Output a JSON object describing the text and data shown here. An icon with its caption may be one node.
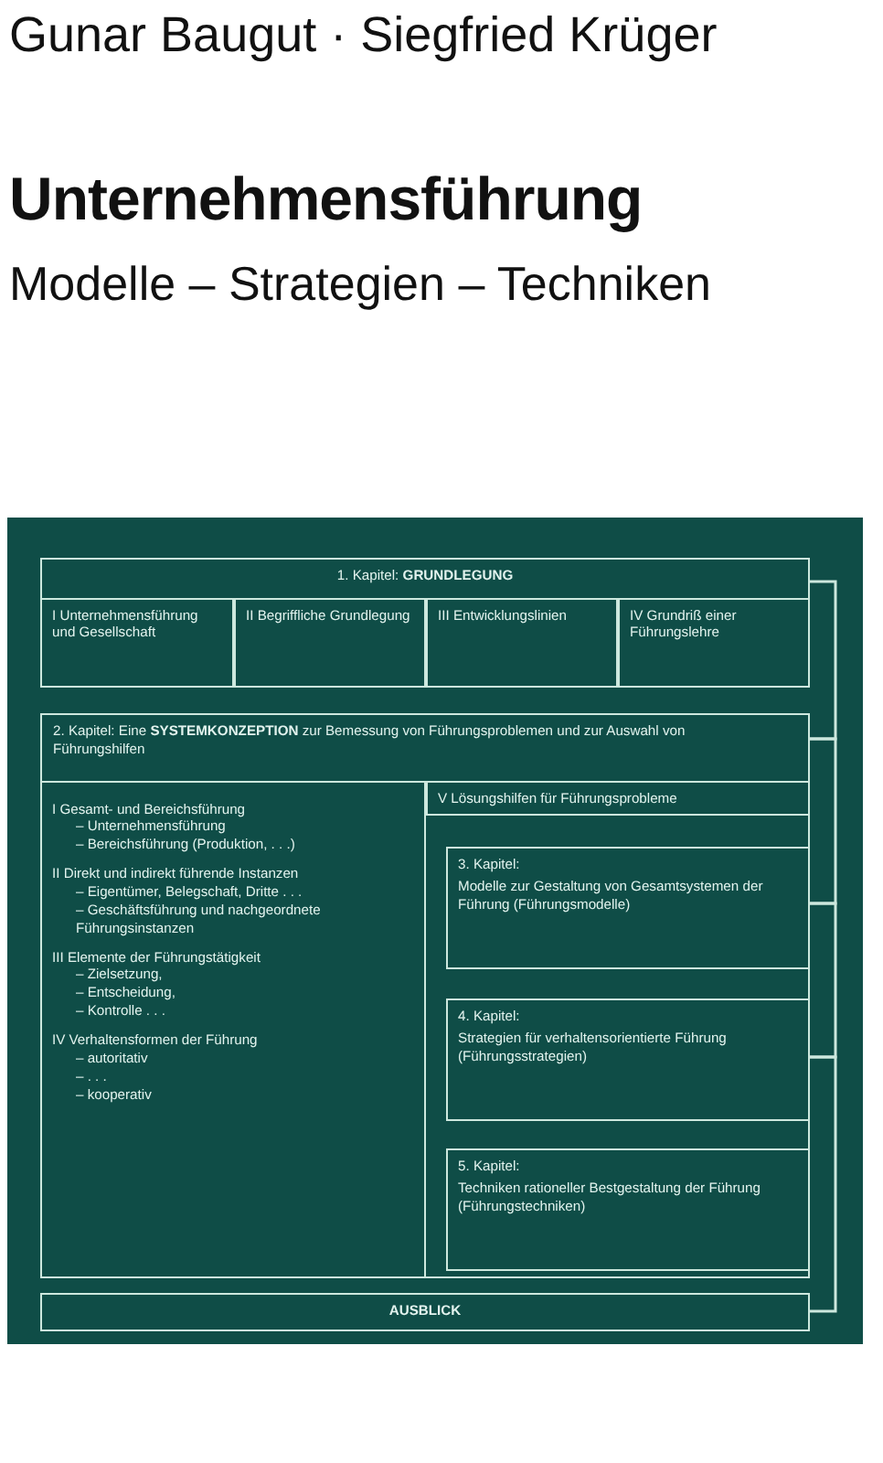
{
  "diagram": {
    "title": "Unternehmensführung",
    "nodes": [
      {
        "text": [
          "1. Kapitel: **GRUNDLEGUNG**"
        ]
      },
      {
        "text": [
          "I Unternehmensführung und Gesellschaft"
        ],
        "in": 0
      },
      {
        "text": [
          "II Begriffliche Grundlegung"
        ],
        "in": 0
      },
      {
        "text": [
          "III Entwicklungslinien"
        ],
        "in": 0
      },
      {
        "text": [
          "IV Grundriß einer Führungslehre"
        ],
        "in": 0
      },
      {
        "text": [
          "2. Kapitel: Eine **SYSTEMKONZEPTION** zur Bemessung von Führungsproblemen und zur Auswahl von Führungshilfen"
        ]
      },
      {
        "text": [
          "I Gesamt- und Bereichsführung",
          "– Unternehmensführung",
          "– Bereichsführung (Produktion, . . .)",
          "II Direkt und indirekt führende Instanzen",
          "– Eigentümer, Belegschaft, Dritte . . .",
          "– Geschäftsführung und nachgeordnete Führungsinstanzen",
          "III Elemente der Führungstätigkeit",
          "– Zielsetzung,",
          "– Entscheidung,",
          "– Kontrolle . . .",
          "IV Verhaltensformen der Führung",
          "– autoritativ",
          "– . . .",
          "– kooperativ"
        ],
        "in": 5
      },
      {
        "text": [
          "V Lösungshilfen für Führungsprobleme"
        ],
        "in": 5
      },
      {
        "text": [
          "3. Kapitel:",
          "Modelle zur Gestaltung von Gesamtsystemen der Führung (Führungsmodelle)"
        ],
        "in": 5
      },
      {
        "text": [
          "4. Kapitel:",
          "Strategien für verhaltensorientierte Führung (Führungsstrategien)"
        ],
        "in": 5
      },
      {
        "text": [
          "5. Kapitel:",
          "Techniken rationeller Bestgestaltung der Führung (Führungstechniken)"
        ],
        "in": 5
      },
      {
        "text": [
          "AUSBLICK"
        ]
      }
    ],
    "edges": [
      {
        "from": 0,
        "to": 5,
        "arrow": "none"
      },
      {
        "from": 5,
        "to": 8,
        "arrow": "none"
      },
      {
        "from": 8,
        "to": 9,
        "arrow": "none"
      },
      {
        "from": 9,
        "to": 11,
        "arrow": "none"
      }
    ],
    "labels": [
      "Gunar Baugut · Siegfried Krüger",
      "Modelle – Strategien – Techniken"
    ]
  }
}
